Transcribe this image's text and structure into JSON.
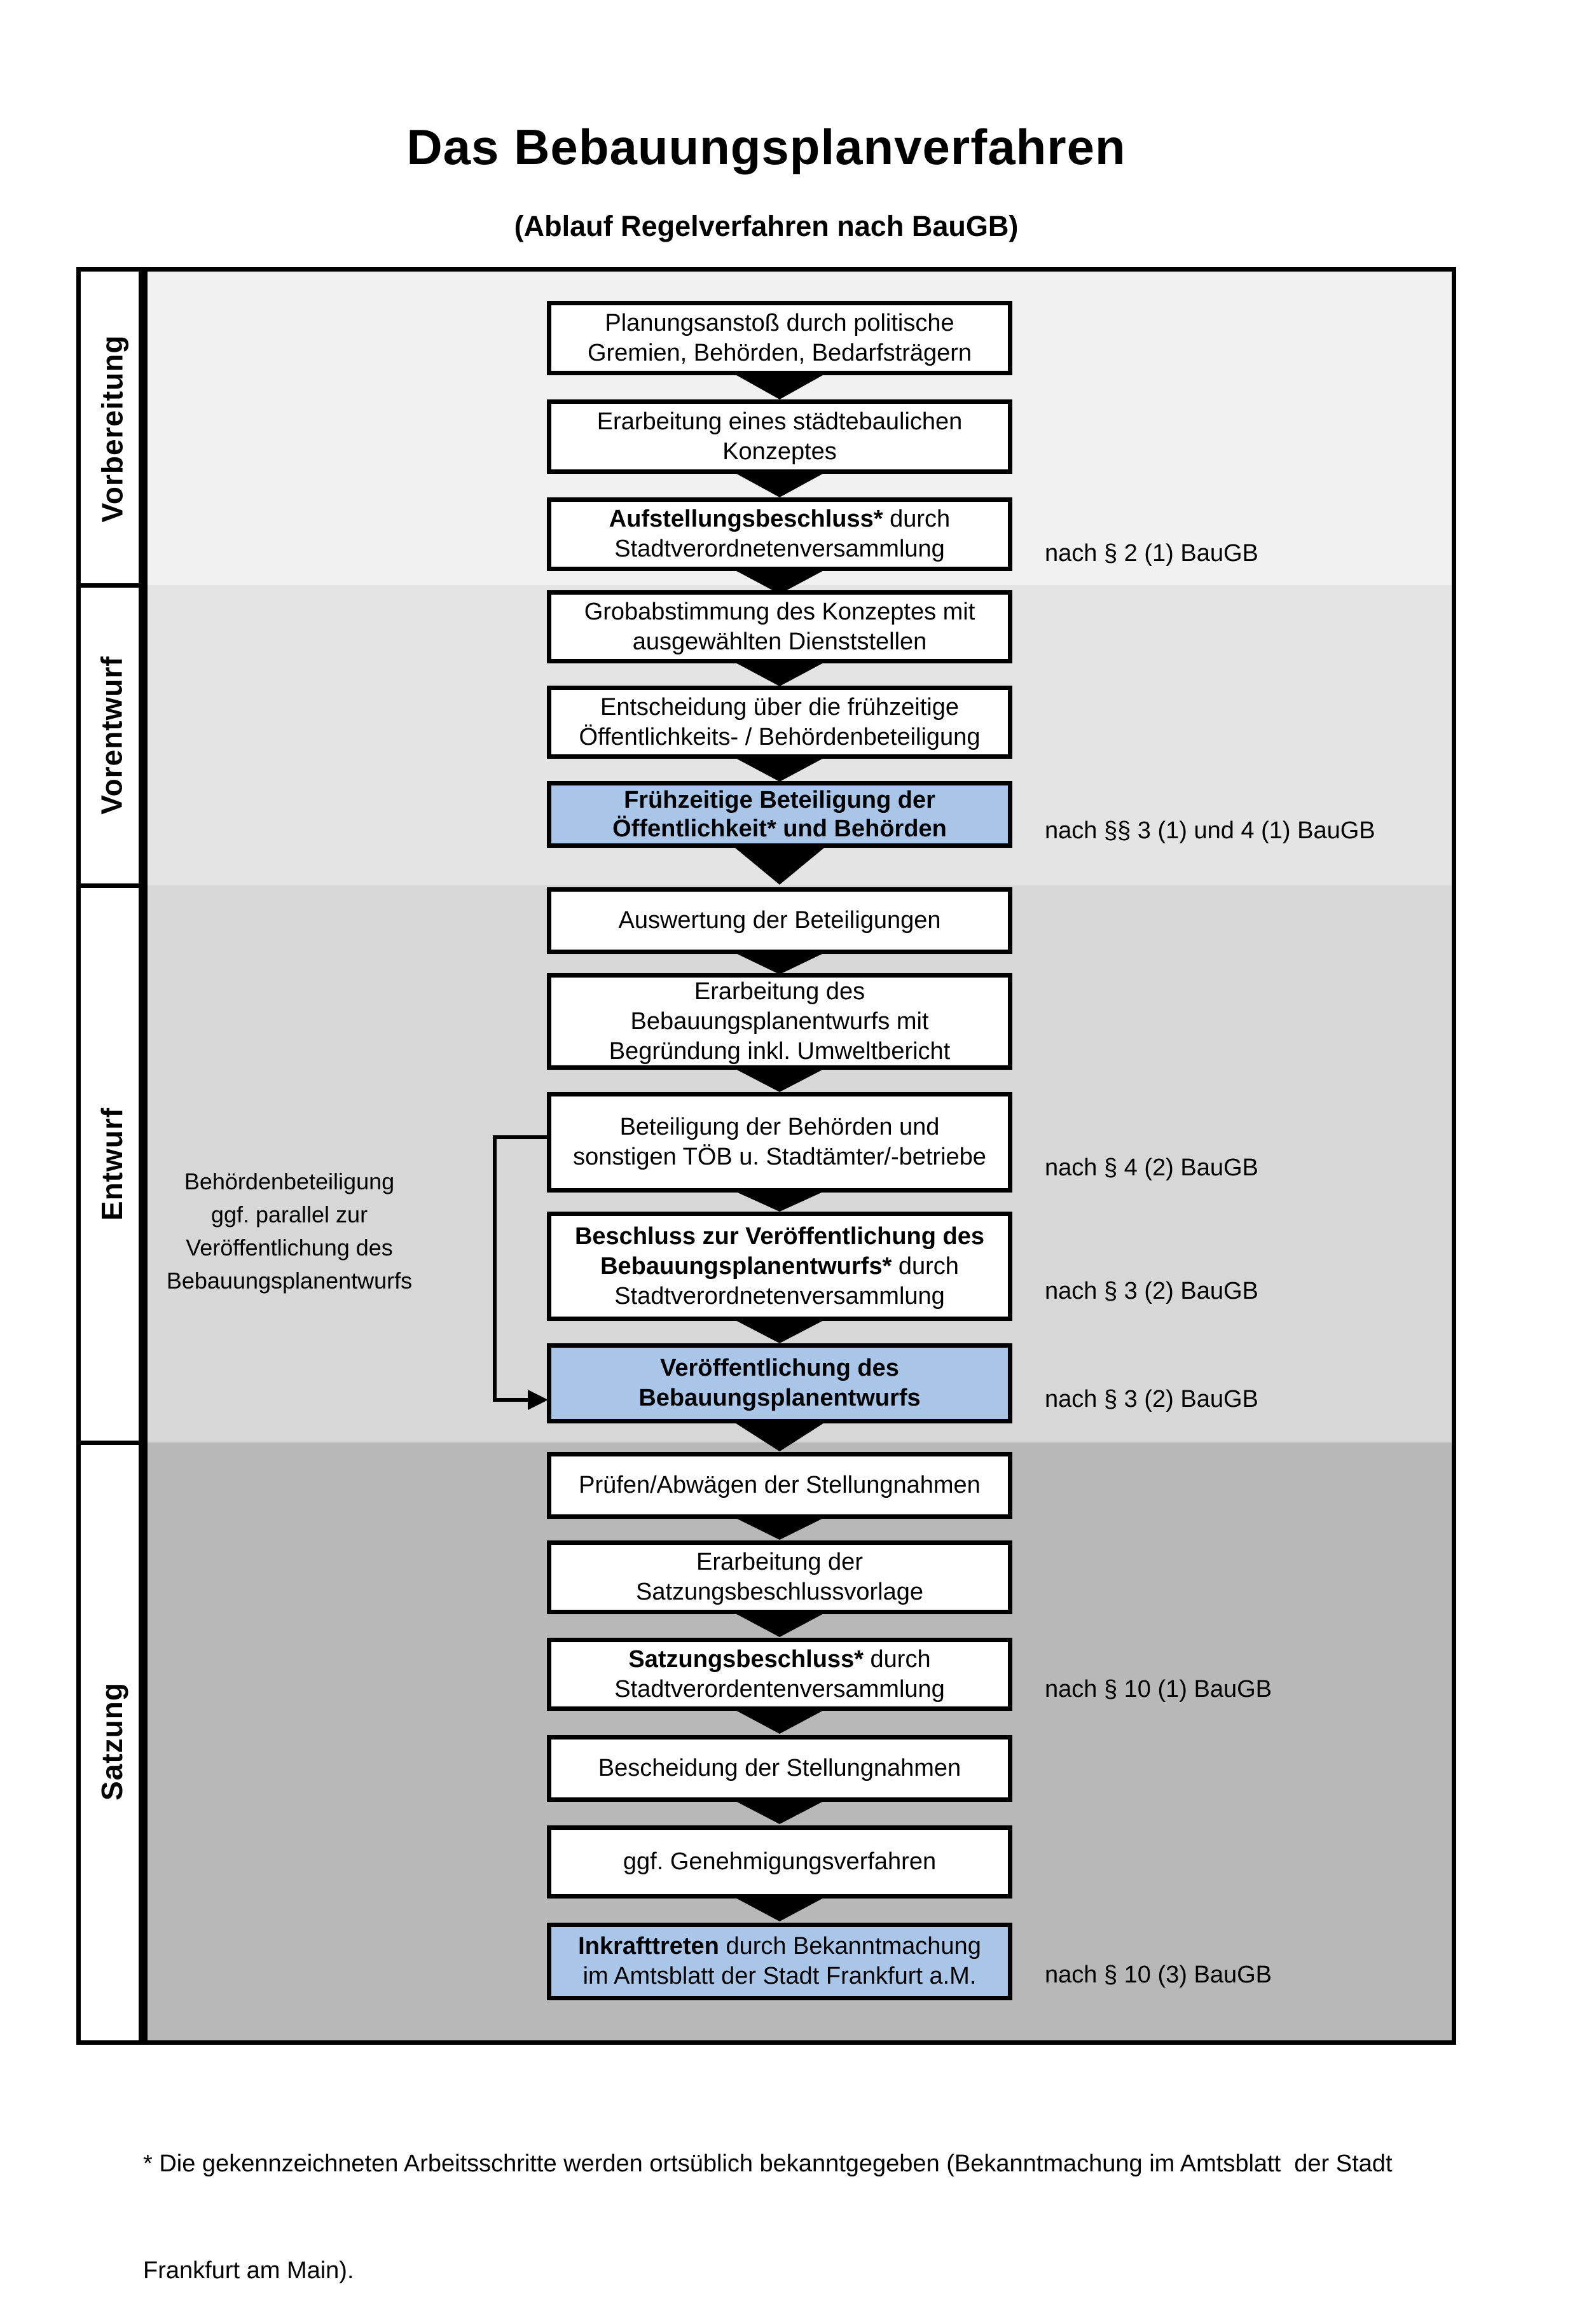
{
  "title": "Das Bebauungsplanverfahren",
  "subtitle": "(Ablauf Regelverfahren nach BauGB)",
  "phases": {
    "p1": "Vorbereitung",
    "p2": "Vorentwurf",
    "p3": "Entwurf",
    "p4": "Satzung"
  },
  "boxes": {
    "b1": {
      "l1r": "Planungsanstoß durch politische",
      "l2r": "Gremien, Behörden, Bedarfsträgern"
    },
    "b2": {
      "l1r": "Erarbeitung eines städtebaulichen",
      "l2r": "Konzeptes"
    },
    "b3": {
      "l1b": "Aufstellungsbeschluss*",
      "l1r": " durch",
      "l2r": "Stadtverordnetenversammlung"
    },
    "b4": {
      "l1r": "Grobabstimmung des Konzeptes mit",
      "l2r": "ausgewählten Dienststellen"
    },
    "b5": {
      "l1r": "Entscheidung über die frühzeitige",
      "l2r": "Öffentlichkeits- / Behördenbeteiligung"
    },
    "b6": {
      "l1b": "Frühzeitige Beteiligung der",
      "l2b": "Öffentlichkeit* und Behörden"
    },
    "b7": {
      "l1r": "Auswertung der Beteiligungen"
    },
    "b8": {
      "l1r": "Erarbeitung des",
      "l2r": "Bebauungsplanentwurfs mit",
      "l3r": "Begründung inkl. Umweltbericht"
    },
    "b9": {
      "l1r": "Beteiligung der Behörden und",
      "l2r": "sonstigen TÖB u. Stadtämter/-betriebe"
    },
    "b10": {
      "l1b": "Beschluss zur Veröffentlichung des",
      "l2b": "Bebauungsplanentwurfs*",
      "l2r": " durch",
      "l3r": "Stadtverordnetenversammlung"
    },
    "b11": {
      "l1b": "Veröffentlichung des",
      "l2b": "Bebauungsplanentwurfs"
    },
    "b12": {
      "l1r": "Prüfen/Abwägen der Stellungnahmen"
    },
    "b13": {
      "l1r": "Erarbeitung der",
      "l2r": "Satzungsbeschlussvorlage"
    },
    "b14": {
      "l1b": "Satzungsbeschluss*",
      "l1r": " durch",
      "l2r": "Stadtverordentenversammlung"
    },
    "b15": {
      "l1r": "Bescheidung der Stellungnahmen"
    },
    "b16": {
      "l1r": "ggf. Genehmigungsverfahren"
    },
    "b17": {
      "l1b": "Inkrafttreten",
      "l1r": " durch Bekanntmachung",
      "l2r": "im Amtsblatt der Stadt Frankfurt a.M."
    }
  },
  "refs": {
    "r1": "nach § 2 (1) BauGB",
    "r2": "nach §§ 3 (1) und 4 (1) BauGB",
    "r3": "nach § 4 (2) BauGB",
    "r4": "nach § 3 (2) BauGB",
    "r5": "nach § 3 (2) BauGB",
    "r6": "nach § 10 (1) BauGB",
    "r7": "nach § 10 (3) BauGB"
  },
  "side_note": {
    "l1": "Behördenbeteiligung",
    "l2": "ggf. parallel zur",
    "l3": "Veröffentlichung des",
    "l4": "Bebauungsplanentwurfs"
  },
  "footnote": {
    "l1": "* Die gekennzeichneten Arbeitsschritte werden ortsüblich bekanntgegeben (Bekanntmachung im Amtsblatt  der Stadt",
    "l2": "Frankfurt am Main)."
  },
  "colors": {
    "highlight": "#a9c6e8",
    "band_vorbereitung": "#f1f1f1",
    "band_vorentwurf": "#e4e4e4",
    "band_entwurf": "#d7d7d7",
    "band_satzung": "#b8b8b8",
    "border": "#000000"
  }
}
